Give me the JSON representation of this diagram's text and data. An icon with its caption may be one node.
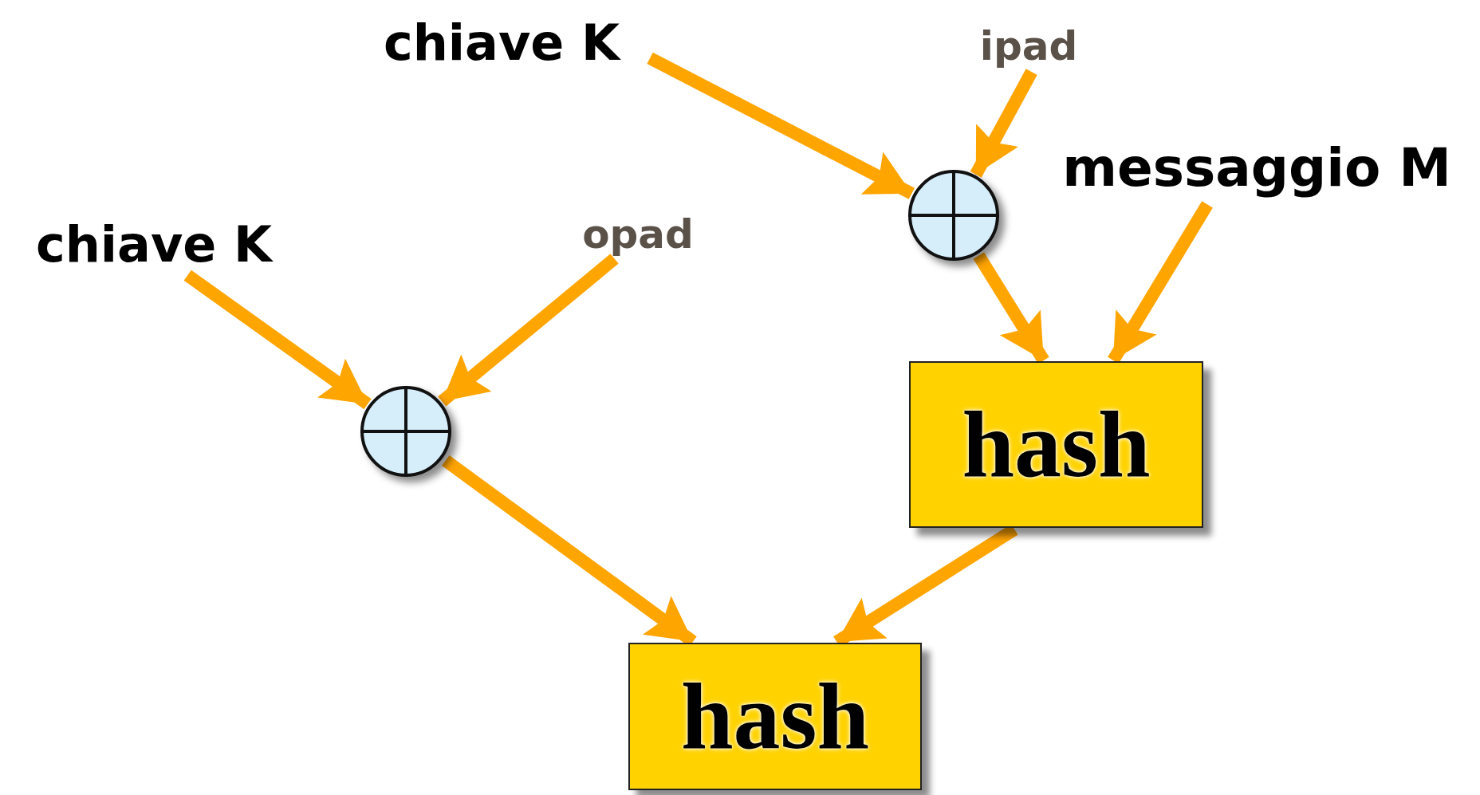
{
  "diagram": {
    "nodes": [
      {
        "text": [
          "chiave K"
        ]
      },
      {
        "text": [
          "ipad"
        ]
      },
      {
        "text": [
          "messaggio M"
        ]
      },
      {
        "text": [],
        "shape": "circle"
      },
      {
        "text": [
          "chiave K"
        ]
      },
      {
        "text": [
          "opad"
        ]
      },
      {
        "text": [],
        "shape": "circle"
      },
      {
        "text": [
          "hash"
        ]
      },
      {
        "text": [
          "hash"
        ]
      }
    ],
    "edges": [
      {
        "from": 0,
        "to": 3,
        "arrow": "to"
      },
      {
        "from": 1,
        "to": 3,
        "arrow": "to"
      },
      {
        "from": 3,
        "to": 7,
        "arrow": "to"
      },
      {
        "from": 2,
        "to": 7,
        "arrow": "to"
      },
      {
        "from": 4,
        "to": 6,
        "arrow": "to"
      },
      {
        "from": 5,
        "to": 6,
        "arrow": "to"
      },
      {
        "from": 6,
        "to": 8,
        "arrow": "to"
      },
      {
        "from": 7,
        "to": 8,
        "arrow": "to"
      }
    ]
  }
}
